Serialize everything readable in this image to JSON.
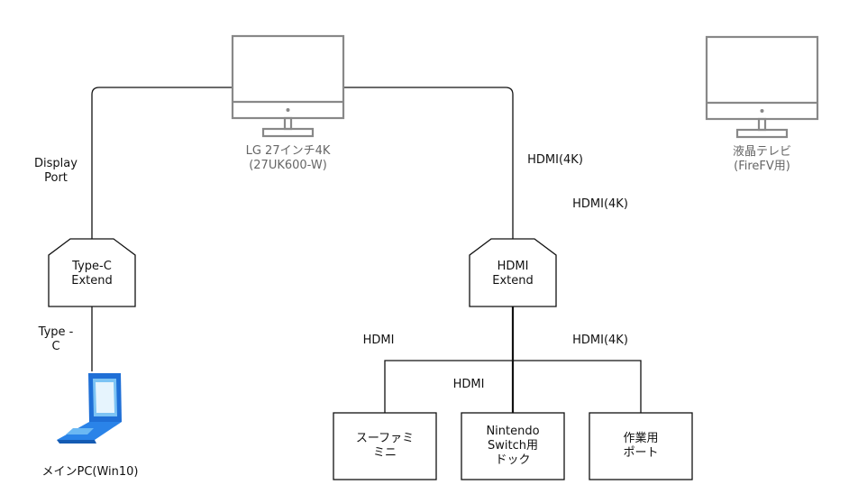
{
  "monitors": {
    "lg_label_line1": "LG 27インチ4K",
    "lg_label_line2": "(27UK600-W)",
    "tv_label_line1": "液晶テレビ",
    "tv_label_line2": "(FireFV用)"
  },
  "hubs": {
    "typec_line1": "Type-C",
    "typec_line2": "Extend",
    "hdmi_line1": "HDMI",
    "hdmi_line2": "Extend"
  },
  "edges": {
    "displayport_line1": "Display",
    "displayport_line2": "Port",
    "hdmi4k_top": "HDMI(4K)",
    "hdmi4k_floating": "HDMI(4K)",
    "typec_line1": "Type -",
    "typec_line2": "C",
    "hdmi_left": "HDMI",
    "hdmi_center": "HDMI",
    "hdmi4k_right": "HDMI(4K)"
  },
  "pc": {
    "label": "メインPC(Win10)"
  },
  "devices": {
    "sfc_line1": "スーファミ",
    "sfc_line2": "ミニ",
    "switch_line1": "Nintendo",
    "switch_line2": "Switch用",
    "switch_line3": "ドック",
    "work_line1": "作業用",
    "work_line2": "ポート"
  }
}
